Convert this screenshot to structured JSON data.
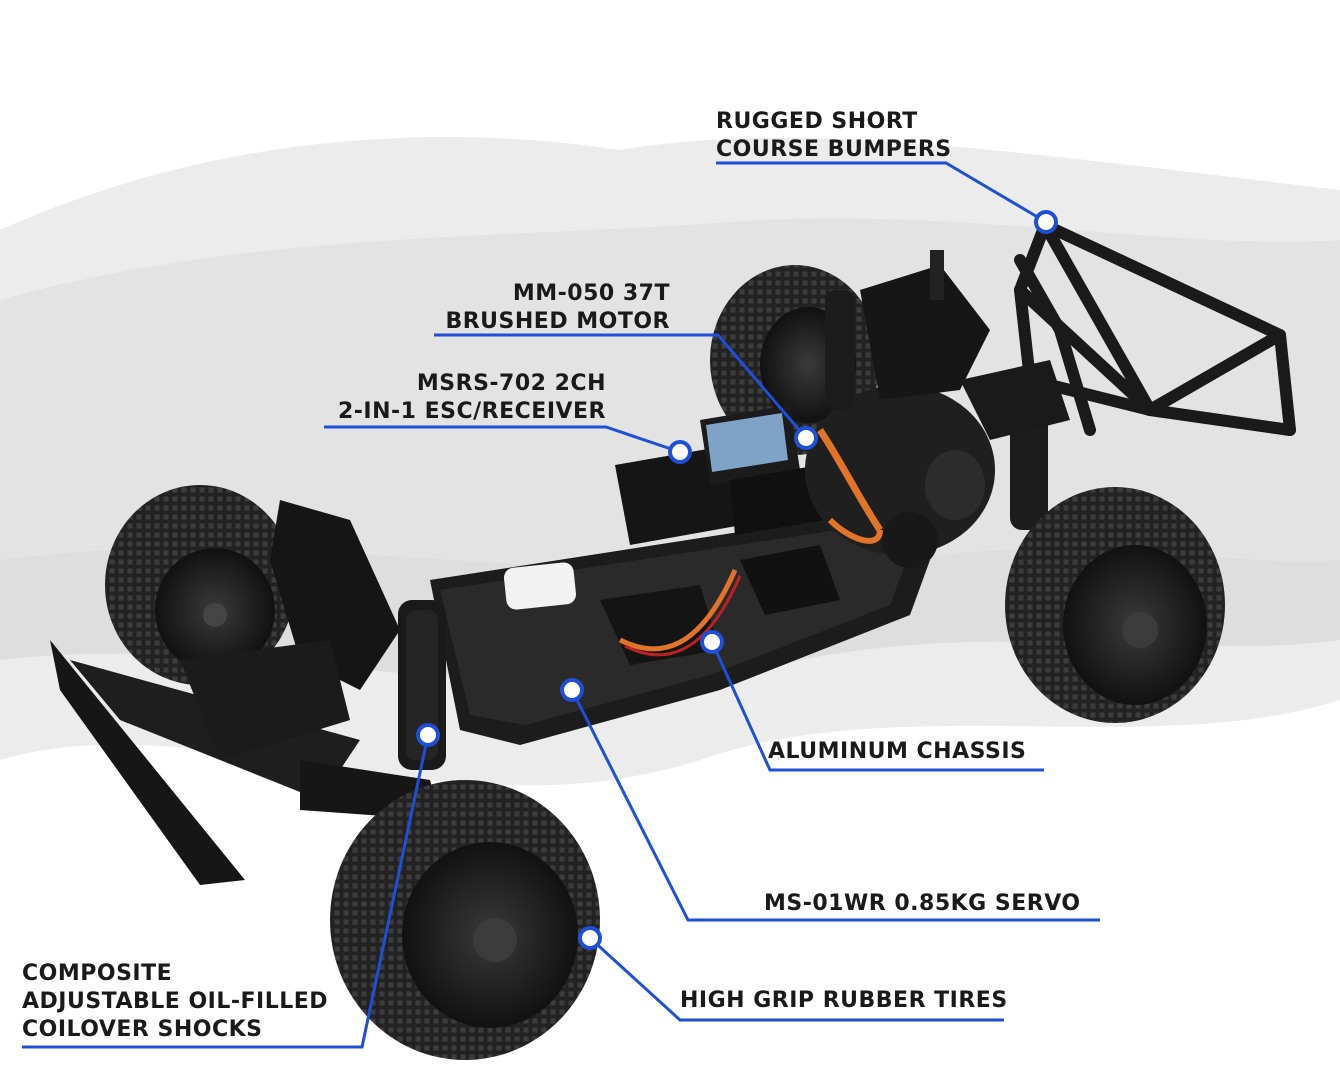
{
  "image": {
    "subject": "rc-short-course-truck-chassis",
    "accent_color": "#1f4fd6",
    "text_color": "#1a1a1a",
    "background_brush_color": "#e6e6e6"
  },
  "callouts": {
    "bumpers": {
      "line1": "RUGGED SHORT",
      "line2": "COURSE BUMPERS"
    },
    "motor": {
      "line1": "MM-050 37T",
      "line2": "BRUSHED MOTOR"
    },
    "esc": {
      "line1": "MSRS-702 2CH",
      "line2": "2-IN-1 ESC/RECEIVER"
    },
    "chassis": {
      "line1": "ALUMINUM CHASSIS"
    },
    "servo": {
      "line1": "MS-01WR 0.85KG SERVO"
    },
    "tires": {
      "line1": "HIGH GRIP RUBBER TIRES"
    },
    "shocks": {
      "line1": "COMPOSITE",
      "line2": "ADJUSTABLE OIL-FILLED",
      "line3": "COILOVER SHOCKS"
    }
  }
}
